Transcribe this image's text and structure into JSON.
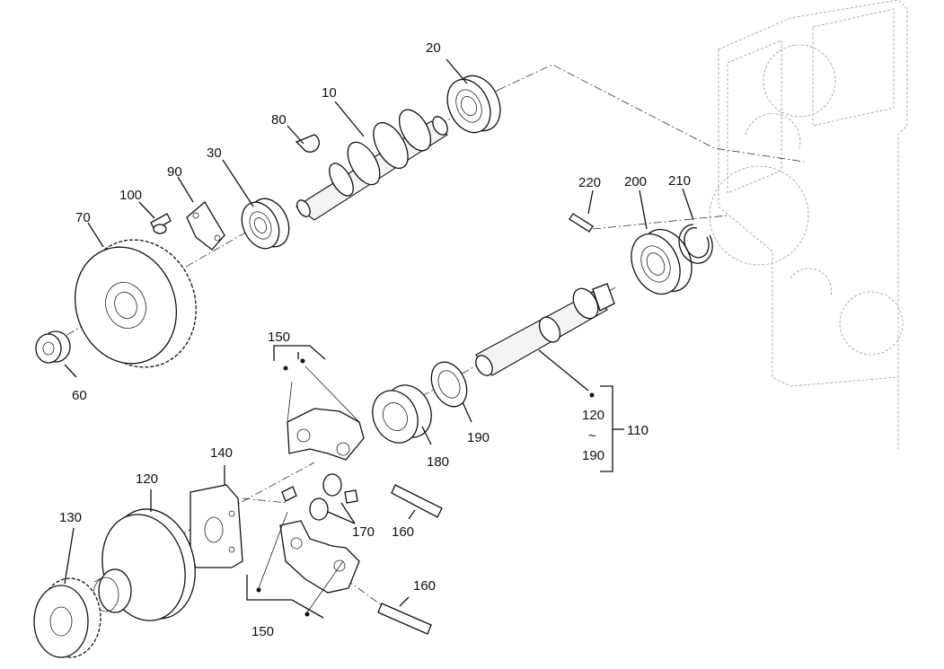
{
  "callouts": [
    {
      "id": "c10",
      "text": "10"
    },
    {
      "id": "c20",
      "text": "20"
    },
    {
      "id": "c30",
      "text": "30"
    },
    {
      "id": "c60",
      "text": "60"
    },
    {
      "id": "c70",
      "text": "70"
    },
    {
      "id": "c80",
      "text": "80"
    },
    {
      "id": "c90",
      "text": "90"
    },
    {
      "id": "c100",
      "text": "100"
    },
    {
      "id": "c110",
      "text": "110"
    },
    {
      "id": "c120a",
      "text": "120"
    },
    {
      "id": "c120b",
      "text": "120"
    },
    {
      "id": "c130",
      "text": "130"
    },
    {
      "id": "c140",
      "text": "140"
    },
    {
      "id": "c150a",
      "text": "150"
    },
    {
      "id": "c150b",
      "text": "150"
    },
    {
      "id": "c160a",
      "text": "160"
    },
    {
      "id": "c160b",
      "text": "160"
    },
    {
      "id": "c170",
      "text": "170"
    },
    {
      "id": "c180",
      "text": "180"
    },
    {
      "id": "c190a",
      "text": "190"
    },
    {
      "id": "c190b",
      "text": "190"
    },
    {
      "id": "c200",
      "text": "200"
    },
    {
      "id": "c210",
      "text": "210"
    },
    {
      "id": "c220",
      "text": "220"
    }
  ],
  "range_tilde": "~"
}
